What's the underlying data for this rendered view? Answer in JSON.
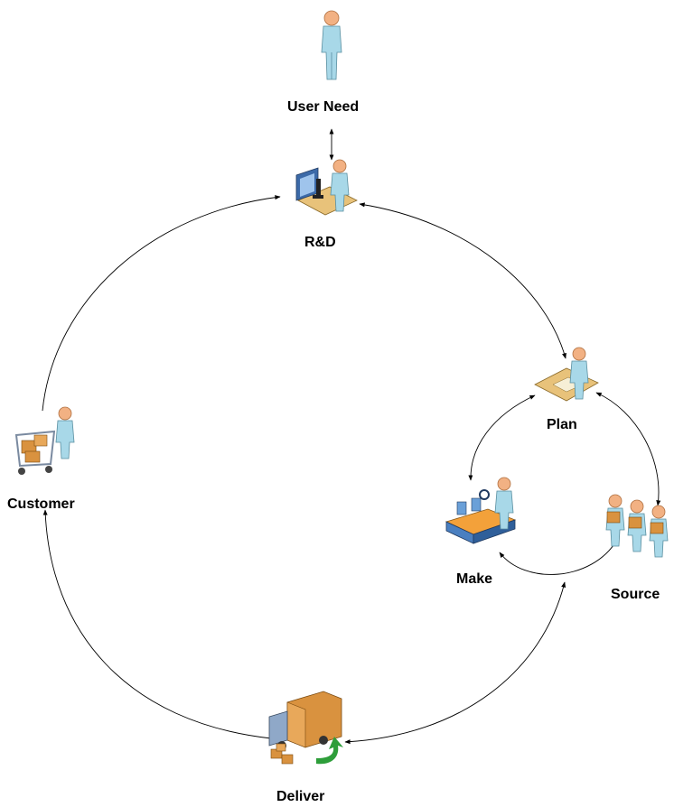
{
  "nodes": {
    "user_need": {
      "label": "User Need",
      "icon": "standing-person-icon"
    },
    "rnd": {
      "label": "R&D",
      "icon": "researcher-microscope-icon"
    },
    "plan": {
      "label": "Plan",
      "icon": "planner-desk-icon"
    },
    "make": {
      "label": "Make",
      "icon": "conveyor-worker-icon"
    },
    "source": {
      "label": "Source",
      "icon": "suppliers-boxes-icon"
    },
    "deliver": {
      "label": "Deliver",
      "icon": "delivery-truck-icon"
    },
    "customer": {
      "label": "Customer",
      "icon": "shopping-cart-person-icon"
    }
  },
  "colors": {
    "skin": "#f2b183",
    "clothing": "#a8d8e8",
    "box": "#d9923f",
    "truck_green": "#2e9e3a",
    "line": "#000000"
  }
}
